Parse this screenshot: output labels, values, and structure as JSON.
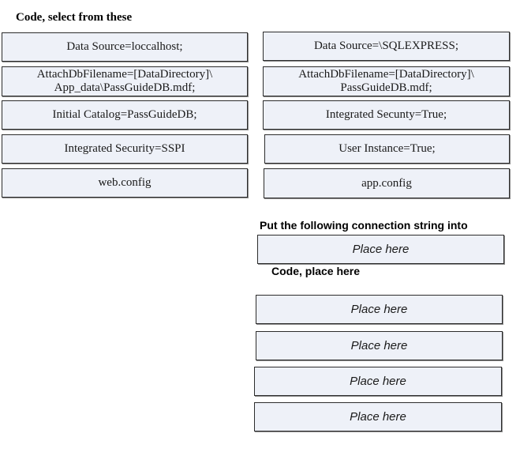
{
  "source": {
    "heading": "Code, select from these",
    "left_items": [
      {
        "lines": [
          "Data Source=loccalhost;"
        ]
      },
      {
        "lines": [
          "AttachDbFilename=[DataDirectory]\\",
          "App_data\\PassGuideDB.mdf;"
        ]
      },
      {
        "lines": [
          "Initial Catalog=PassGuideDB;"
        ]
      },
      {
        "lines": [
          "Integrated Security=SSPI"
        ]
      },
      {
        "lines": [
          "web.config"
        ]
      }
    ],
    "right_items": [
      {
        "lines": [
          "Data Source=\\SQLEXPRESS;"
        ]
      },
      {
        "lines": [
          "AttachDbFilename=[DataDirectory]\\",
          "PassGuideDB.mdf;"
        ]
      },
      {
        "lines": [
          "Integrated Secunty=True;"
        ]
      },
      {
        "lines": [
          "User Instance=True;"
        ]
      },
      {
        "lines": [
          "app.config"
        ]
      }
    ]
  },
  "target": {
    "file_heading": "Put the following connection string into",
    "file_slot": "Place here",
    "code_heading": "Code, place here",
    "code_slots": [
      "Place here",
      "Place here",
      "Place here",
      "Place here"
    ]
  }
}
